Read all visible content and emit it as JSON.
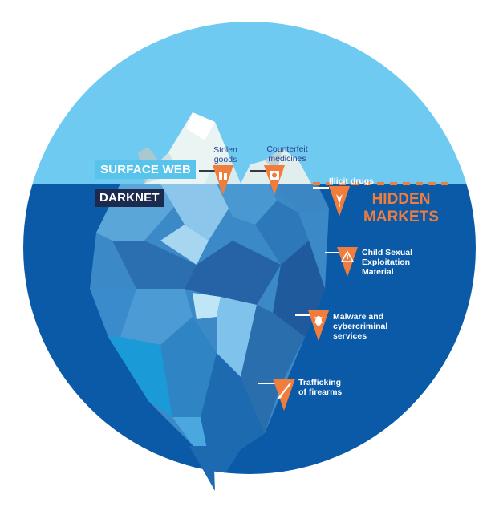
{
  "colors": {
    "sky": "#6fcaf2",
    "sea": "#0b5aa8",
    "orange": "#f07d3c",
    "surface_tag": "#59c4eb",
    "darknet_tag": "#1c2b4d"
  },
  "tags": {
    "surface": "SURFACE WEB",
    "darknet": "DARKNET"
  },
  "hidden_markets": [
    "HIDDEN",
    "MARKETS"
  ],
  "above_water": {
    "stolen_goods": [
      "Stolen",
      "goods"
    ],
    "counterfeit_medicines": [
      "Counterfeit",
      "medicines"
    ]
  },
  "below_water": {
    "illicit_drugs": "Illicit drugs",
    "csem": [
      "Child Sexual",
      "Exploitation",
      "Material"
    ],
    "malware": [
      "Malware and",
      "cybercriminal",
      "services"
    ],
    "firearms": [
      "Trafficking",
      "of firearms"
    ]
  },
  "icons": [
    "bottles-icon",
    "pill-box-icon",
    "cannabis-leaf-icon",
    "warning-icon",
    "bug-icon",
    "rifle-icon"
  ]
}
